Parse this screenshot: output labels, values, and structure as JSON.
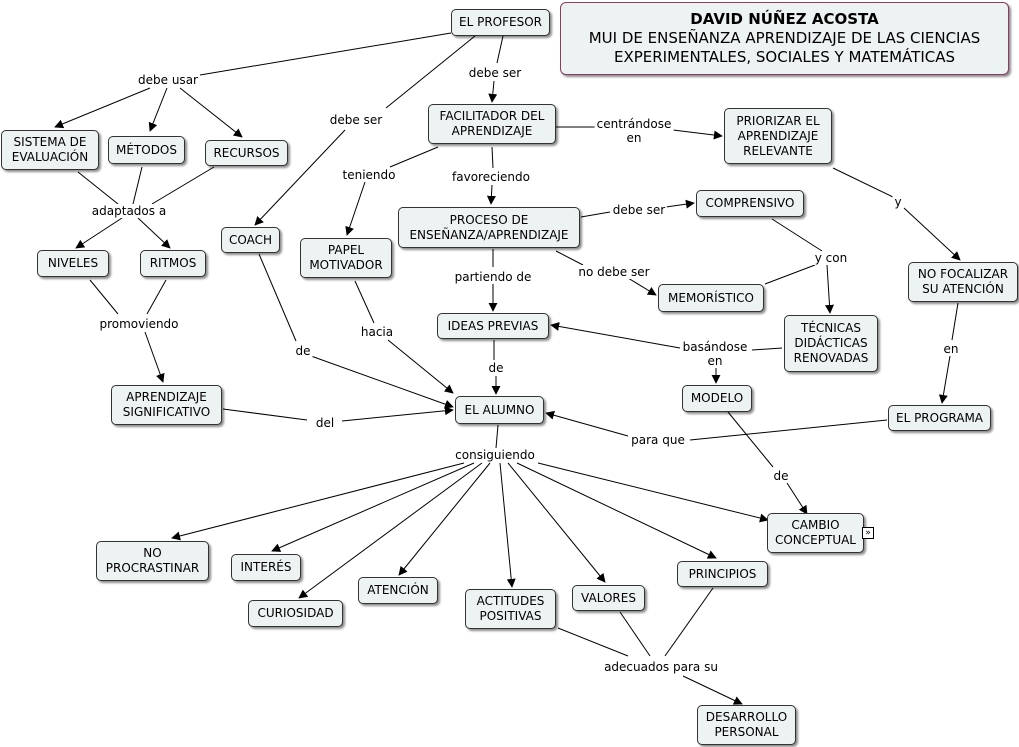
{
  "title": {
    "author": "DAVID NÚÑEZ ACOSTA",
    "line1": "MUI DE ENSEÑANZA APRENDIZAJE DE LAS CIENCIAS",
    "line2": "EXPERIMENTALES, SOCIALES Y MATEMÁTICAS"
  },
  "nodes": {
    "profesor": "EL PROFESOR",
    "facilitador": "FACILITADOR DEL\nAPRENDIZAJE",
    "priorizar": "PRIORIZAR EL\nAPRENDIZAJE\nRELEVANTE",
    "sistema": "SISTEMA DE\nEVALUACIÓN",
    "metodos": "MÉTODOS",
    "recursos": "RECURSOS",
    "coach": "COACH",
    "papel": "PAPEL\nMOTIVADOR",
    "proceso": "PROCESO DE\nENSEÑANZA/APRENDIZAJE",
    "comprensivo": "COMPRENSIVO",
    "memoristico": "MEMORÍSTICO",
    "tecnicas": "TÉCNICAS\nDIDÁCTICAS\nRENOVADAS",
    "nofocalizar": "NO FOCALIZAR\nSU ATENCIÓN",
    "niveles": "NIVELES",
    "ritmos": "RITMOS",
    "ideas": "IDEAS PREVIAS",
    "aprendizaje": "APRENDIZAJE\nSIGNIFICATIVO",
    "alumno": "EL ALUMNO",
    "modelo": "MODELO",
    "programa": "EL PROGRAMA",
    "cambio": "CAMBIO\nCONCEPTUAL",
    "procrastinar": "NO\nPROCRASTINAR",
    "interes": "INTERÉS",
    "curiosidad": "CURIOSIDAD",
    "atencion": "ATENCIÓN",
    "actitudes": "ACTITUDES\nPOSITIVAS",
    "valores": "VALORES",
    "principios": "PRINCIPIOS",
    "desarrollo": "DESARROLLO\nPERSONAL"
  },
  "links": {
    "debe_usar": "debe usar",
    "debe_ser_1": "debe ser",
    "debe_ser_2": "debe ser",
    "centrandose": "centrándose\nen",
    "teniendo": "teniendo",
    "favoreciendo": "favoreciendo",
    "debe_ser_3": "debe ser",
    "y": "y",
    "adaptados": "adaptados a",
    "no_debe_ser": "no debe ser",
    "y_con": "y con",
    "partiendo": "partiendo de",
    "promoviendo": "promoviendo",
    "basandose": "basándose\nen",
    "en": "en",
    "de_1": "de",
    "hacia": "hacia",
    "de_2": "de",
    "del": "del",
    "para_que": "para que",
    "de_3": "de",
    "consiguiendo": "consiguiendo",
    "adecuados": "adecuados para su"
  },
  "expand_icon": "»"
}
